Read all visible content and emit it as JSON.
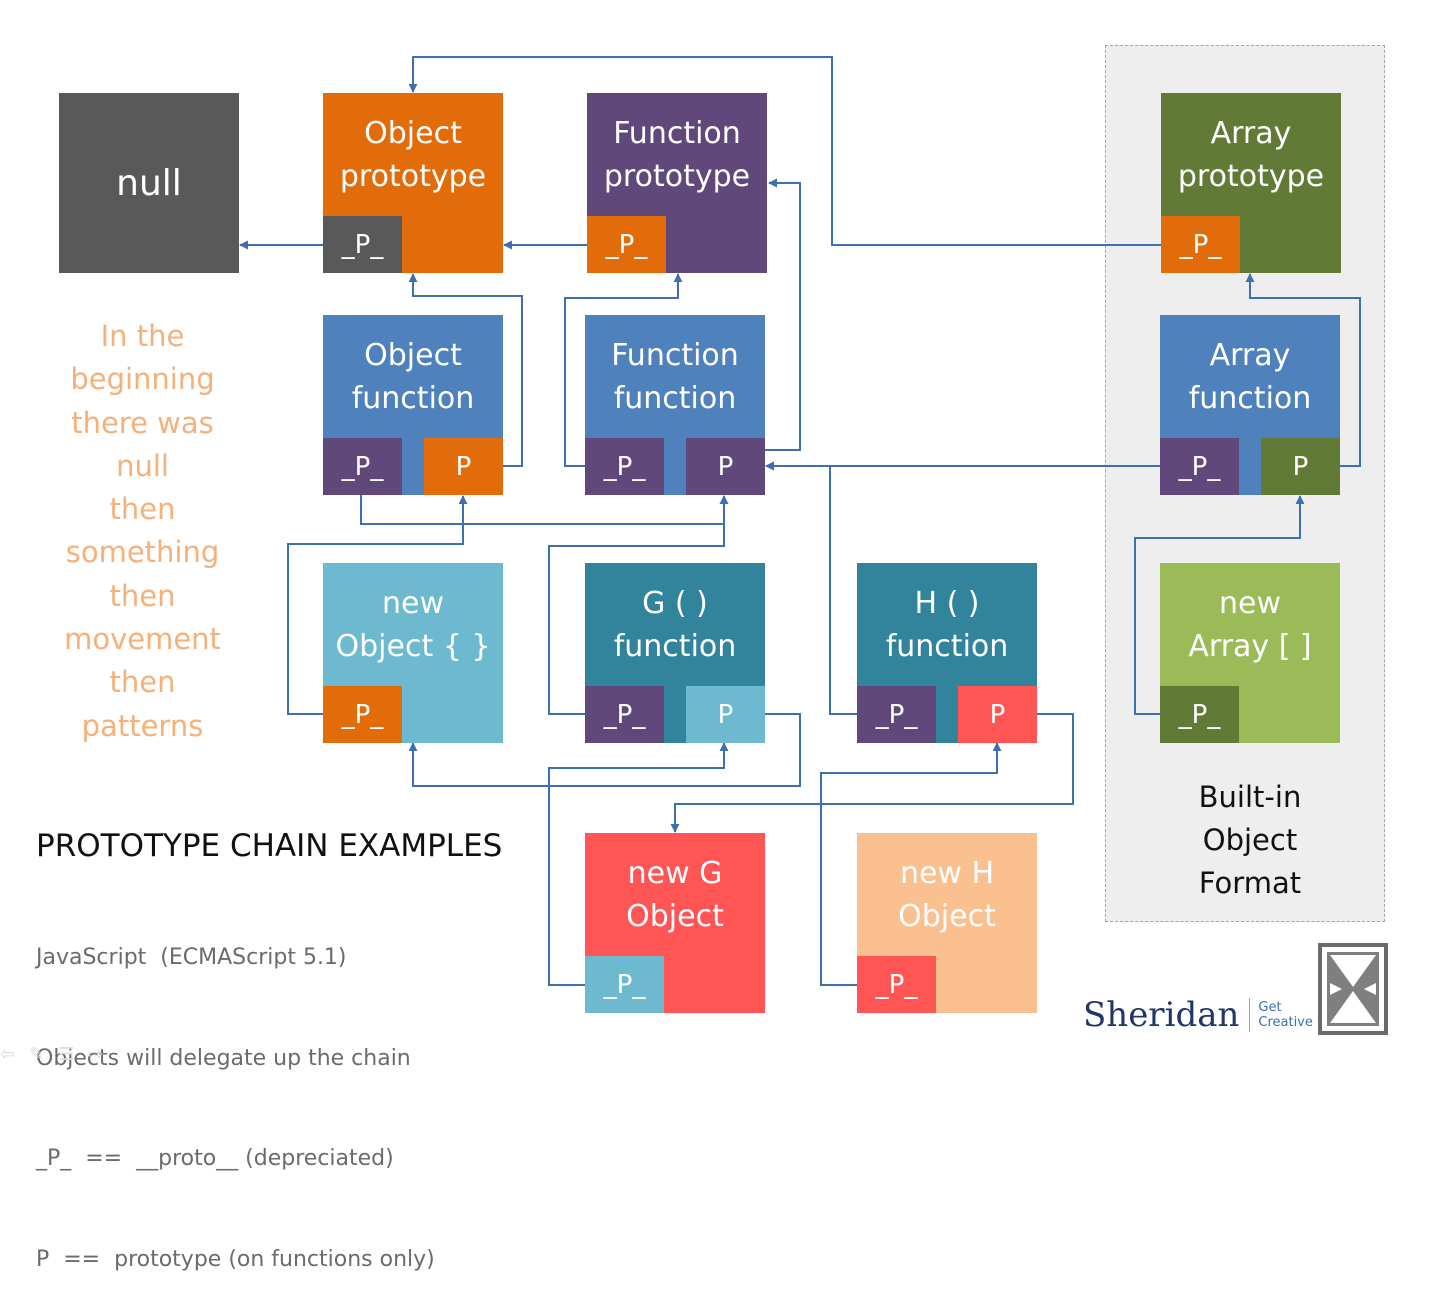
{
  "colors": {
    "object_proto": "#e36c0a",
    "function_proto": "#60497a",
    "array_proto": "#617a36",
    "function_box": "#4f81bd",
    "instance_light": "#6cb9d0",
    "teal": "#31849b",
    "new_array": "#9bbb59",
    "red": "#ff5555",
    "peach": "#fac090",
    "null_box": "#595959",
    "arrow": "#3d6fb1"
  },
  "boxes": {
    "null": {
      "title": "null"
    },
    "object_prototype": {
      "title": "Object\nprototype",
      "proto_label": "_P_"
    },
    "function_prototype": {
      "title": "Function\nprototype",
      "proto_label": "_P_"
    },
    "array_prototype": {
      "title": "Array\nprototype",
      "proto_label": "_P_"
    },
    "object_function": {
      "title": "Object\nfunction",
      "proto_label": "_P_",
      "prototype_label": "P"
    },
    "function_function": {
      "title": "Function\nfunction",
      "proto_label": "_P_",
      "prototype_label": "P"
    },
    "array_function": {
      "title": "Array\nfunction",
      "proto_label": "_P_",
      "prototype_label": "P"
    },
    "new_object": {
      "title": "new\nObject  { }",
      "proto_label": "_P_"
    },
    "g_function": {
      "title": "G ( )\nfunction",
      "proto_label": "_P_",
      "prototype_label": "P"
    },
    "h_function": {
      "title": "H ( )\nfunction",
      "proto_label": "_P_",
      "prototype_label": "P"
    },
    "new_array": {
      "title": "new\nArray  [ ]",
      "proto_label": "_P_"
    },
    "new_g_object": {
      "title": "new G\nObject",
      "proto_label": "_P_"
    },
    "new_h_object": {
      "title": "new H\nObject",
      "proto_label": "_P_"
    }
  },
  "story": "In the\nbeginning\nthere was\nnull\nthen\nsomething\nthen\nmovement\nthen\npatterns",
  "heading": "PROTOTYPE CHAIN EXAMPLES",
  "notes": [
    "JavaScript  (ECMAScript 5.1)",
    "Objects will delegate up the chain",
    "_P_  ==  __proto__ (depreciated)",
    "P  ==  prototype (on functions only)"
  ],
  "builtin_label": "Built-in\nObject\nFormat",
  "brand": {
    "name": "Sheridan",
    "tagline": "Get\nCreative"
  },
  "nav_icons": [
    "back-arrow-icon",
    "pen-icon",
    "menu-icon",
    "forward-arrow-icon"
  ]
}
